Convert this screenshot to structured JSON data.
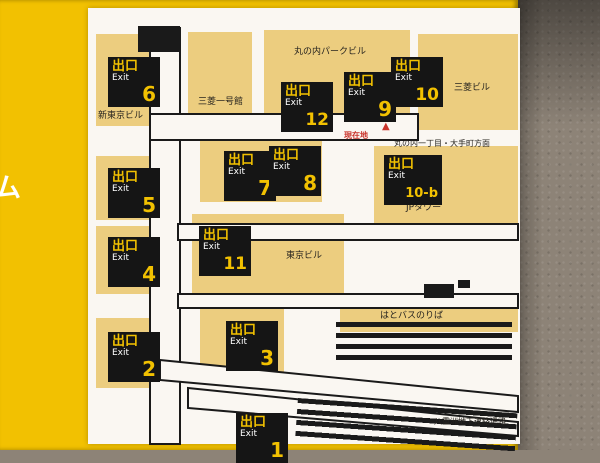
{
  "sign": {
    "side_text": "ム"
  },
  "map": {
    "exits": [
      {
        "label_jp": "出口",
        "label_en": "Exit",
        "number": "6"
      },
      {
        "label_jp": "出口",
        "label_en": "Exit",
        "number": "12"
      },
      {
        "label_jp": "出口",
        "label_en": "Exit",
        "number": "9"
      },
      {
        "label_jp": "出口",
        "label_en": "Exit",
        "number": "10"
      },
      {
        "label_jp": "出口",
        "label_en": "Exit",
        "number": "5"
      },
      {
        "label_jp": "出口",
        "label_en": "Exit",
        "number": "7"
      },
      {
        "label_jp": "出口",
        "label_en": "Exit",
        "number": "8"
      },
      {
        "label_jp": "出口",
        "label_en": "Exit",
        "number": "10-b"
      },
      {
        "label_jp": "出口",
        "label_en": "Exit",
        "number": "4"
      },
      {
        "label_jp": "出口",
        "label_en": "Exit",
        "number": "11"
      },
      {
        "label_jp": "出口",
        "label_en": "Exit",
        "number": "3"
      },
      {
        "label_jp": "出口",
        "label_en": "Exit",
        "number": "2"
      },
      {
        "label_jp": "出口",
        "label_en": "Exit",
        "number": "1"
      }
    ],
    "labels": [
      {
        "text": "丸の内パークビル"
      },
      {
        "text": "三菱一号館"
      },
      {
        "text": "三菱ビル"
      },
      {
        "text": "新東京ビル"
      },
      {
        "text": "JPタワー"
      },
      {
        "text": "東京ビル"
      },
      {
        "text": "はとバスのりば"
      },
      {
        "text": "八重洲地下連絡通路"
      },
      {
        "text": "丸の内一丁目・大手町方面"
      }
    ],
    "current_location": {
      "text": "現在地",
      "marker": "▲"
    }
  },
  "colors": {
    "sign_yellow": "#f2c101",
    "panel_white": "#faf7f2",
    "building_tan": "#eccd7f",
    "badge_black": "#151515",
    "badge_yellow": "#f2c101",
    "current_red": "#c9342b",
    "wall_gray": "#8d8377"
  }
}
